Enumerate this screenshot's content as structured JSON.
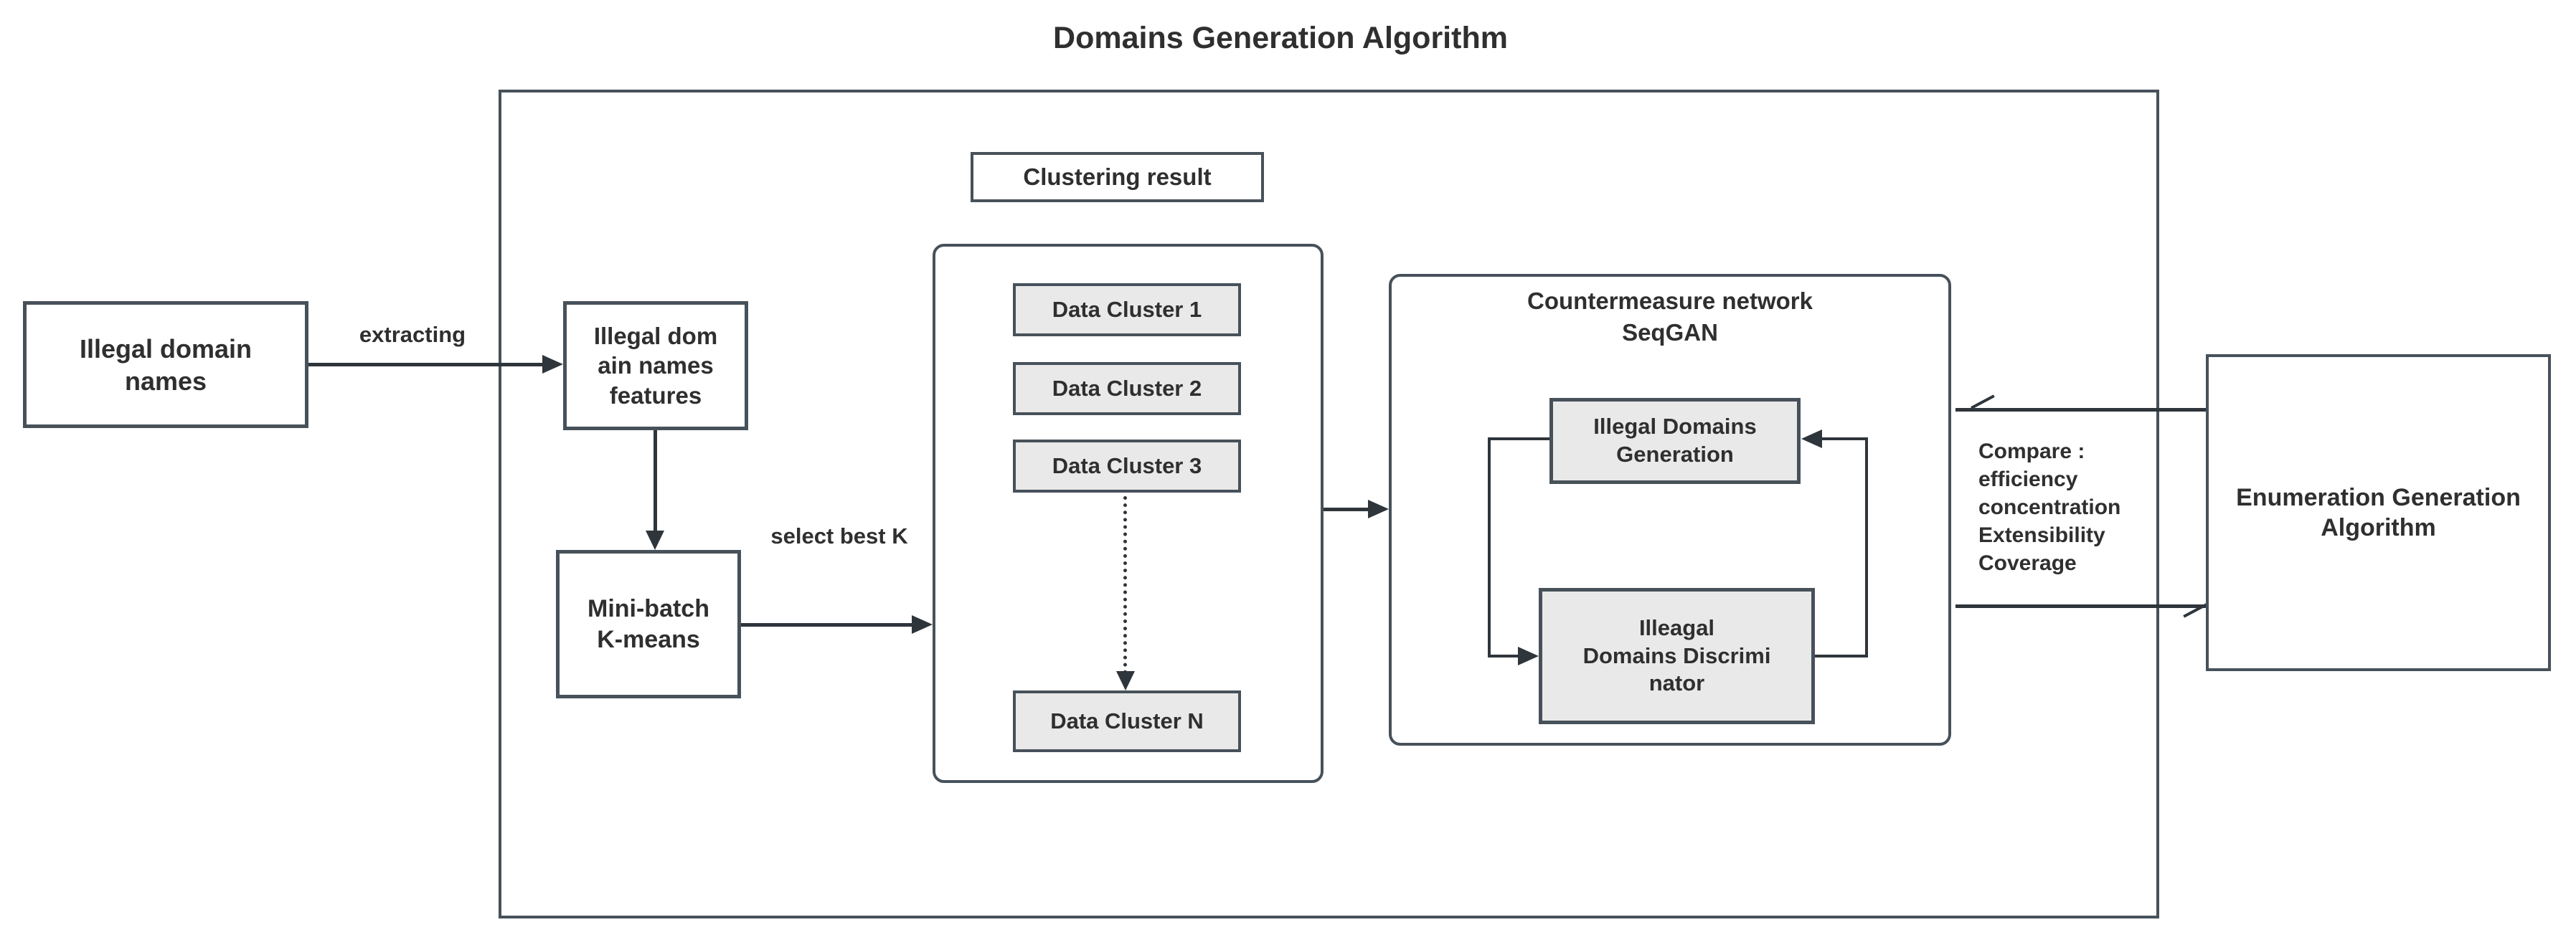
{
  "title": "Domains Generation Algorithm",
  "colors": {
    "line": "#47515a",
    "arrow": "#2e353b",
    "node_gray_fill": "#e9e9e9",
    "text": "#2f2f2f",
    "background": "#ffffff"
  },
  "nodes": {
    "illegal_domain_names": "Illegal domain\nnames",
    "illegal_domain_features": "Illegal dom\nain names\nfeatures",
    "mini_batch_kmeans": "Mini-batch\nK-means",
    "clustering_result_label": "Clustering result",
    "data_clusters": [
      "Data Cluster 1",
      "Data Cluster 2",
      "Data Cluster 3"
    ],
    "data_cluster_n": "Data Cluster N",
    "seqgan_title": "Countermeasure network\nSeqGAN",
    "illegal_domains_generation": "Illegal Domains\nGeneration",
    "illegal_domains_discriminator": "Illeagal\nDomains Discrimi\nnator",
    "enumeration_algorithm": "Enumeration Generation\nAlgorithm"
  },
  "edges": {
    "extracting_label": "extracting",
    "select_best_k_label": "select best K",
    "compare_label": "Compare :\nefficiency\nconcentration\nExtensibility\nCoverage"
  }
}
